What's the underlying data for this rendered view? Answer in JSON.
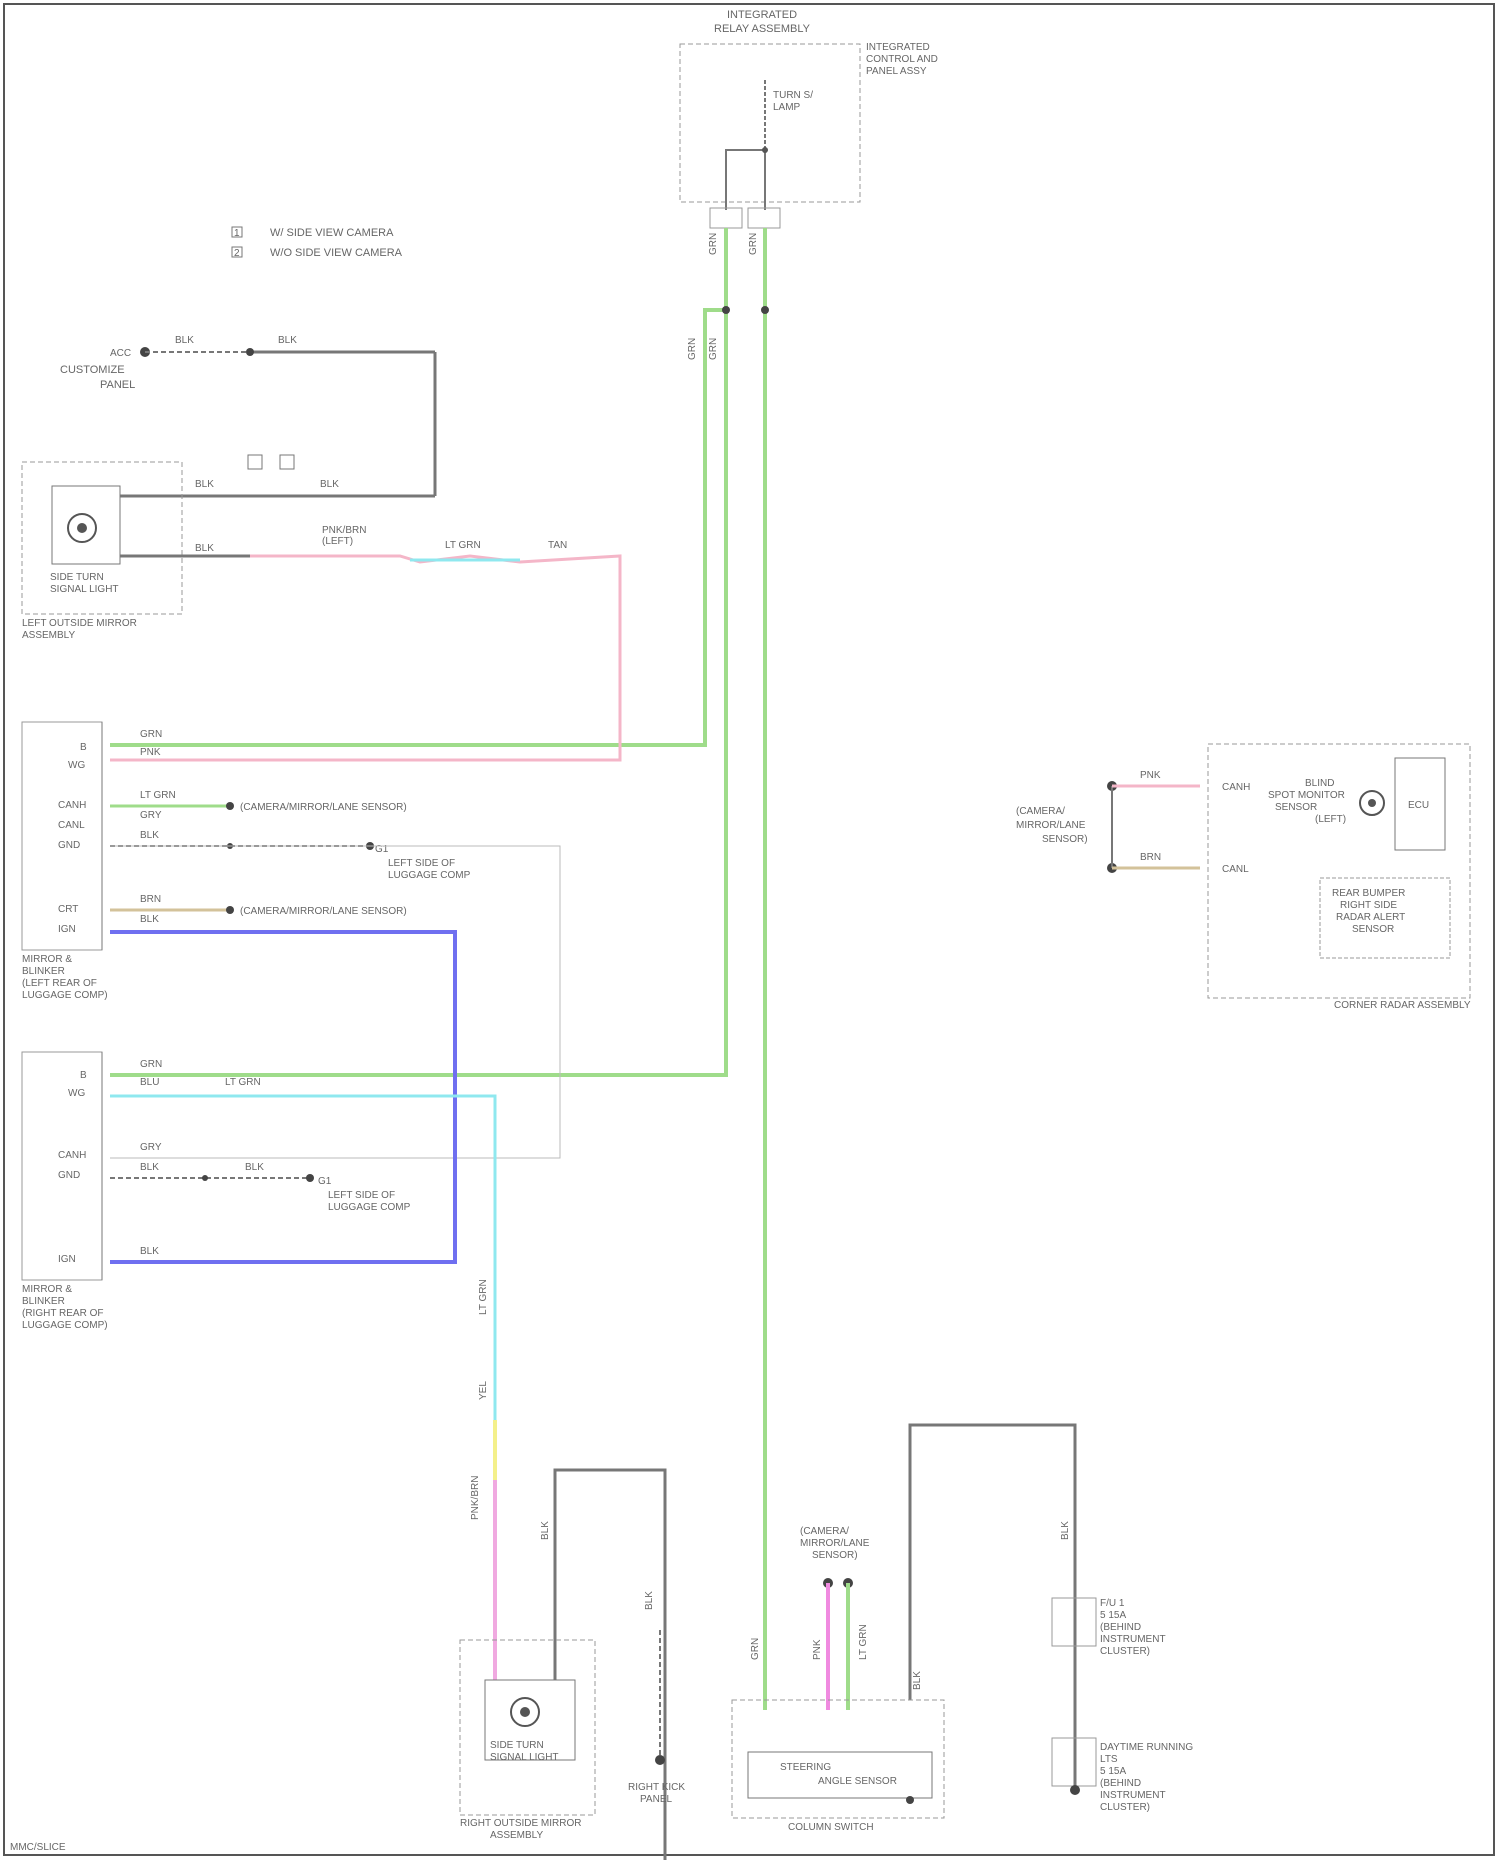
{
  "legend": {
    "item1": "W/ SIDE VIEW CAMERA",
    "item2": "W/O SIDE VIEW CAMERA"
  },
  "top_block": {
    "title_line1": "INTEGRATED",
    "title_line2": "RELAY ASSEMBLY",
    "side_label_line1": "INTEGRATED",
    "side_label_line2": "CONTROL AND",
    "side_label_line3": "PANEL ASSY",
    "inner_label_line1": "TURN S/",
    "inner_label_line2": "LAMP"
  },
  "power": {
    "label": "CUSTOMIZE",
    "sub": "PANEL",
    "pin": "ACC",
    "wire1": "BLK",
    "wire2": "BLK"
  },
  "left_mirror": {
    "inner_line1": "SIDE TURN",
    "inner_line2": "SIGNAL LIGHT",
    "outer_line1": "LEFT OUTSIDE MIRROR",
    "outer_line2": "ASSEMBLY",
    "wire_top": "BLK",
    "wire_bottom": "BLK",
    "wire_mid": "BLK",
    "pink_label1": "PNK/BRN",
    "pink_label2": "(LEFT)",
    "cyan_label": "LT GRN",
    "tan_label": "TAN"
  },
  "left_module": {
    "title_line1": "MIRROR &",
    "title_line2": "BLINKER",
    "title_line3": "(LEFT REAR OF",
    "title_line4": "LUGGAGE COMP)",
    "pins": [
      "B",
      "WG",
      "CANH",
      "CANL",
      "GND",
      "",
      "CRT",
      "",
      "IGN"
    ],
    "wires": [
      "GRN",
      "PNK",
      "LT GRN",
      "GRY",
      "BLK",
      "",
      "BRN",
      "BLK"
    ],
    "can_label1": "(CAMERA/MIRROR/LANE SENSOR)",
    "can_label2": "(CAMERA/MIRROR/LANE SENSOR)",
    "gnd_label1": "G1",
    "gnd_label2": "LEFT SIDE OF",
    "gnd_label3": "LUGGAGE COMP"
  },
  "right_module": {
    "title_line1": "MIRROR &",
    "title_line2": "BLINKER",
    "title_line3": "(RIGHT REAR OF",
    "title_line4": "LUGGAGE COMP)",
    "pins": [
      "B",
      "WG",
      "CANH",
      "GND",
      "IGN"
    ],
    "wires": [
      "GRN",
      "BLU",
      "LT GRN",
      "GRY",
      "BLK",
      "BLK",
      "BLK"
    ],
    "gnd_label1": "G1",
    "gnd_label2": "LEFT SIDE OF",
    "gnd_label3": "LUGGAGE COMP"
  },
  "right_mirror": {
    "inner_line1": "SIDE TURN",
    "inner_line2": "SIGNAL LIGHT",
    "outer_line1": "RIGHT OUTSIDE MIRROR",
    "outer_line2": "ASSEMBLY",
    "wire_left": "PNK/BRN",
    "wire_right": "BLK",
    "wire_vert1": "LT GRN",
    "wire_vert2": "YEL"
  },
  "ground": {
    "label1": "RIGHT KICK",
    "label2": "PANEL",
    "wire": "BLK"
  },
  "column_switch": {
    "inner_line1": "STEERING",
    "inner_line2": "ANGLE SENSOR",
    "outer": "COLUMN SWITCH",
    "can_line1": "(CAMERA/",
    "can_line2": "MIRROR/LANE",
    "can_line3": "SENSOR)",
    "wire_green": "GRN",
    "wire_pink": "PNK",
    "wire_lgrn": "LT GRN",
    "wire_blk": "BLK"
  },
  "fuses": {
    "f1_line1": "F/U 1",
    "f1_line2": "5 15A",
    "f1_line3": "(BEHIND",
    "f1_line4": "INSTRUMENT",
    "f1_line5": "CLUSTER)",
    "f2_line1": "DAYTIME RUNNING",
    "f2_line2": "LTS",
    "f2_line3": "5 15A",
    "f2_line4": "(BEHIND",
    "f2_line5": "INSTRUMENT",
    "f2_line6": "CLUSTER)",
    "wire": "BLK"
  },
  "right_block": {
    "can_line1": "(CAMERA/",
    "can_line2": "MIRROR/LANE",
    "can_line3": "SENSOR)",
    "wire1": "PNK",
    "wire2": "BRN",
    "pin1": "CANH",
    "pin2": "CANL",
    "sensor_line1": "BLIND",
    "sensor_line2": "SPOT MONITOR",
    "sensor_line3": "SENSOR",
    "sensor_line4": "(LEFT)",
    "ecu": "ECU",
    "module_line1": "REAR BUMPER",
    "module_line2": "RIGHT SIDE",
    "module_line3": "RADAR ALERT",
    "module_line4": "SENSOR",
    "assembly": "CORNER RADAR ASSEMBLY"
  },
  "footer": "MMC/SLICE"
}
